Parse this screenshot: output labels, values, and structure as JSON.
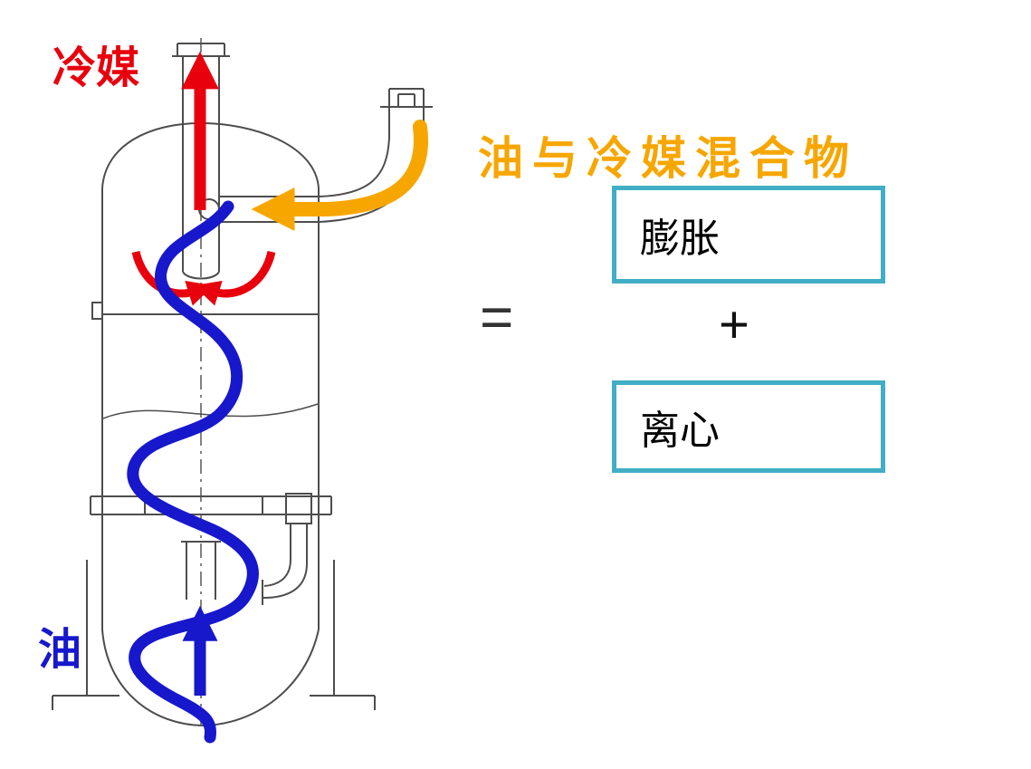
{
  "title": "oil-separator-principle-diagram",
  "labels": {
    "refrigerant": "冷媒",
    "mixture": "油与冷媒混合物",
    "oil": "油"
  },
  "equation": {
    "equals": "=",
    "plus": "+",
    "term_expansion": "膨胀",
    "term_centrifugal": "离心"
  },
  "colors": {
    "refrigerant_red": "#e8000d",
    "mixture_orange": "#f7a600",
    "oil_blue": "#1717cc",
    "box_border_teal": "#41aec5",
    "drawing_line_gray": "#4d4d4d"
  },
  "icons": {
    "refrigerant_up_arrow": "red arrow out of top nozzle",
    "mixture_inlet_arrow": "orange curved arrow into side inlet",
    "swirl_arrows": "red vortex arrows inside vessel",
    "oil_path": "blue meandering oil flow line",
    "oil_up_arrow": "blue arrow into bottom pipe"
  }
}
